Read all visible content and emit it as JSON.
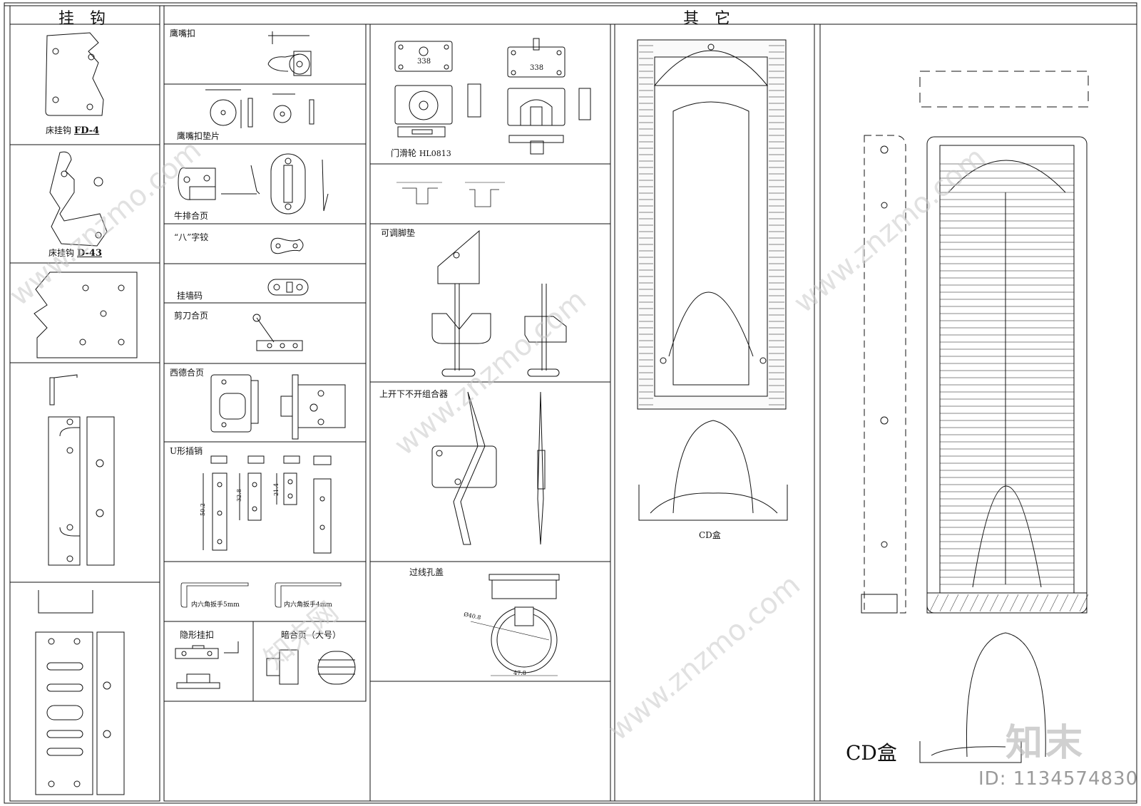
{
  "headers": {
    "hooks": "挂钩",
    "other": "其它"
  },
  "hooks": {
    "fd4": {
      "name": "床挂钩",
      "code": "FD-4"
    },
    "d43": {
      "name": "床挂钩",
      "code": "D-43"
    }
  },
  "parts": {
    "eagle_clasp": "鹰嘴扣",
    "eagle_clasp_pad": "鹰嘴扣垫片",
    "steak_hinge": "牛排合页",
    "eight_hinge": "“八”字铰",
    "wall_hanger": "挂墙码",
    "scissor_hinge": "剪刀合页",
    "xide_hinge": "西德合页",
    "u_pin": "U形插销",
    "hex_key_5": "内六角扳手5mm",
    "hex_key_4": "内六角扳手4mm",
    "hidden_hook": "隐形挂扣",
    "concealed_hinge": "暗合页（大号）",
    "door_roller": "门滑轮",
    "door_roller_code": "HL0813",
    "roller_num_1": "338",
    "roller_num_2": "338",
    "leveling_foot": "可调脚垫",
    "flap_stay": "上开下不开组合器",
    "grommet": "过线孔盖",
    "grommet_dim_a": "Ø40.8",
    "grommet_dim_b": "47.8",
    "u_dim_1": "50.2",
    "u_dim_2": "32.8",
    "u_dim_3": "21.4"
  },
  "cd_box": {
    "label_small": "CD盒",
    "label_large": "CD盒"
  },
  "watermark": {
    "site": "www.znzmo.com",
    "brand": "知末网",
    "logo": "知末",
    "id": "ID: 1134574830"
  }
}
